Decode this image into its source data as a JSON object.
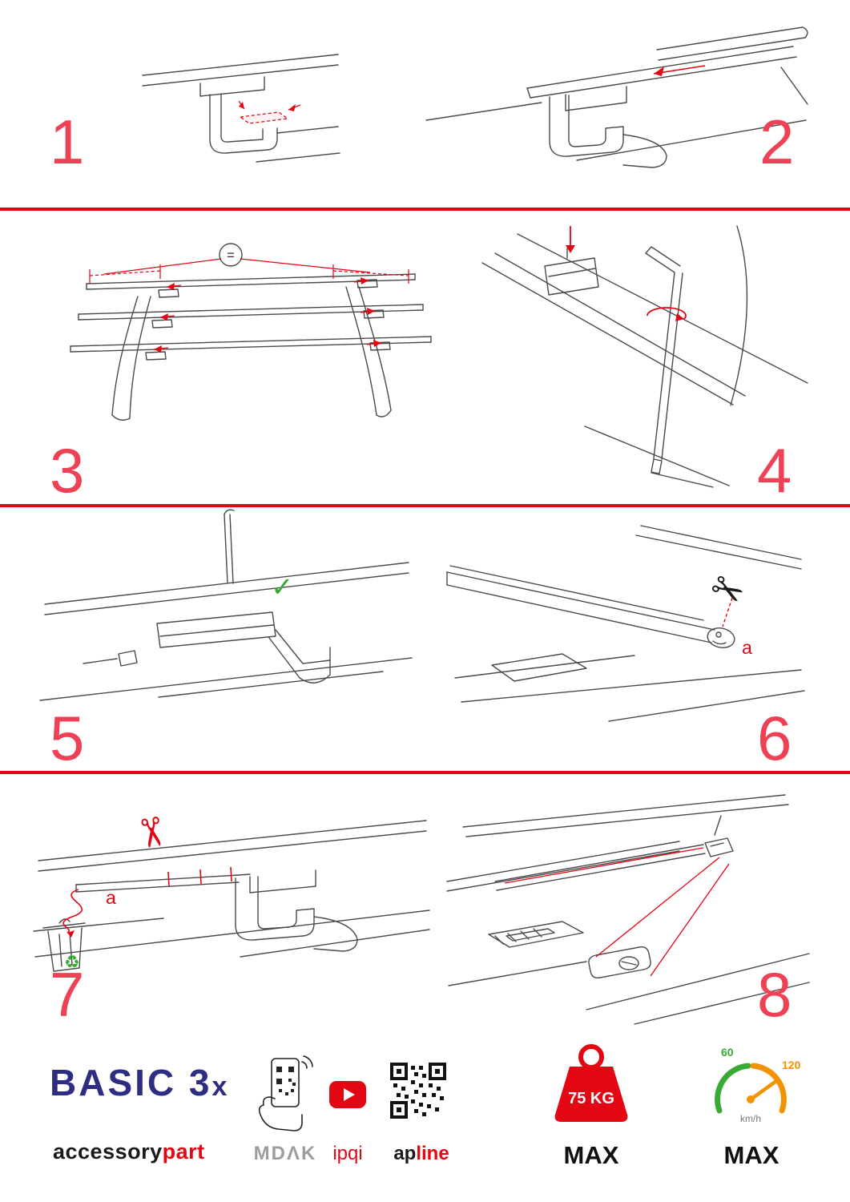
{
  "steps": [
    {
      "number": "1"
    },
    {
      "number": "2"
    },
    {
      "number": "3"
    },
    {
      "number": "4"
    },
    {
      "number": "5"
    },
    {
      "number": "6"
    },
    {
      "number": "7"
    },
    {
      "number": "8"
    }
  ],
  "annotations": {
    "equal": "=",
    "check": "✓",
    "a": "a",
    "scissors": "✂",
    "recycle": "♻"
  },
  "footer": {
    "brand": {
      "title_main": "BASIC 3",
      "title_x": "x",
      "sub_black": "accessory",
      "sub_red": "part"
    },
    "partners": {
      "mdak": "MDΛK",
      "ipqi": "ipqi",
      "apline_black": "ap",
      "apline_red": "line"
    },
    "load": {
      "value": "75 KG",
      "max": "MAX"
    },
    "speed": {
      "low": "60",
      "high": "120",
      "unit": "km/h",
      "max": "MAX"
    }
  },
  "colors": {
    "line_red": "#e30613",
    "number_red": "#ee4155",
    "brand_blue": "#2d2e83",
    "green": "#3aaa35",
    "orange": "#f39200",
    "gray": "#9d9d9c"
  }
}
